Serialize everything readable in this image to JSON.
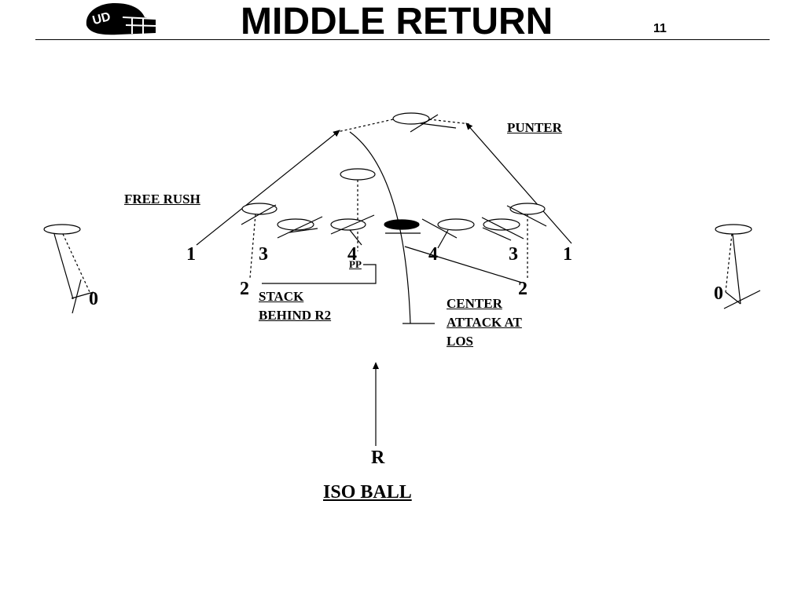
{
  "header": {
    "title": "MIDDLE RETURN",
    "page_number": "11"
  },
  "logo": {
    "icon": "football-helmet-icon"
  },
  "diagram": {
    "labels": {
      "punter": "PUNTER",
      "free_rush": "FREE RUSH",
      "stack_line1": "STACK",
      "stack_line2": "BEHIND R2",
      "center_line1": "CENTER",
      "center_line2": "ATTACK AT",
      "center_line3": "LOS",
      "pp": "PP",
      "returner": "R",
      "play_name": "ISO BALL"
    },
    "player_numbers": {
      "left_1": "1",
      "left_3": "3",
      "left_4": "4",
      "right_4": "4",
      "right_3": "3",
      "right_1": "1",
      "left_2": "2",
      "right_2": "2",
      "left_0": "0",
      "right_0": "0"
    }
  }
}
